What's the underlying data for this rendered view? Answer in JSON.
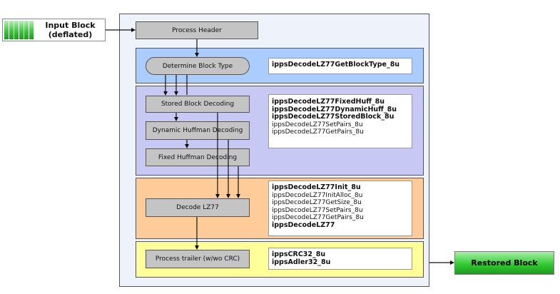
{
  "input_block": {
    "label_line1": "Input Block",
    "label_line2": "(deflated)"
  },
  "restored_block": {
    "label": "Restored Block"
  },
  "bands": {
    "header": {
      "box": "Process Header"
    },
    "block_type": {
      "color": "#aaccff",
      "box": "Determine Block Type",
      "functions": [
        {
          "text": "ippsDecodeLZ77GetBlockType_8u",
          "bold": true
        }
      ]
    },
    "decoding": {
      "color": "#c8c8f5",
      "boxes": [
        "Stored Block Decoding",
        "Dynamic Huffman Decoding",
        "Fixed Huffman Decoding"
      ],
      "functions": [
        {
          "text": "ippsDecodeLZ77FixedHuff_8u",
          "bold": true
        },
        {
          "text": "ippsDecodeLZ77DynamicHuff_8u",
          "bold": true
        },
        {
          "text": "ippsDecodeLZ77StoredBlock_8u",
          "bold": true
        },
        {
          "text": "ippsDecodeLZ77SetPairs_8u",
          "bold": false
        },
        {
          "text": "ippsDecodeLZ77GetPairs_8u",
          "bold": false
        }
      ]
    },
    "lz77": {
      "color": "#ffcc99",
      "box": "Decode LZ77",
      "functions": [
        {
          "text": "ippsDecodeLZ77Init_8u",
          "bold": true
        },
        {
          "text": "ippsDecodeLZ77InitAlloc_8u",
          "bold": false
        },
        {
          "text": "ippsDecodeLZ77GetSize_8u",
          "bold": false
        },
        {
          "text": "ippsDecodeLZ77SetPairs_8u",
          "bold": false
        },
        {
          "text": "ippsDecodeLZ77GetPairs_8u",
          "bold": false
        },
        {
          "text": "ippsDecodeLZ77",
          "bold": true
        }
      ]
    },
    "trailer": {
      "color": "#ffff99",
      "box": "Process trailer (w/wo CRC)",
      "functions": [
        {
          "text": "ippsCRC32_8u",
          "bold": true
        },
        {
          "text": "ippsAdler32_8u",
          "bold": true
        }
      ]
    }
  }
}
